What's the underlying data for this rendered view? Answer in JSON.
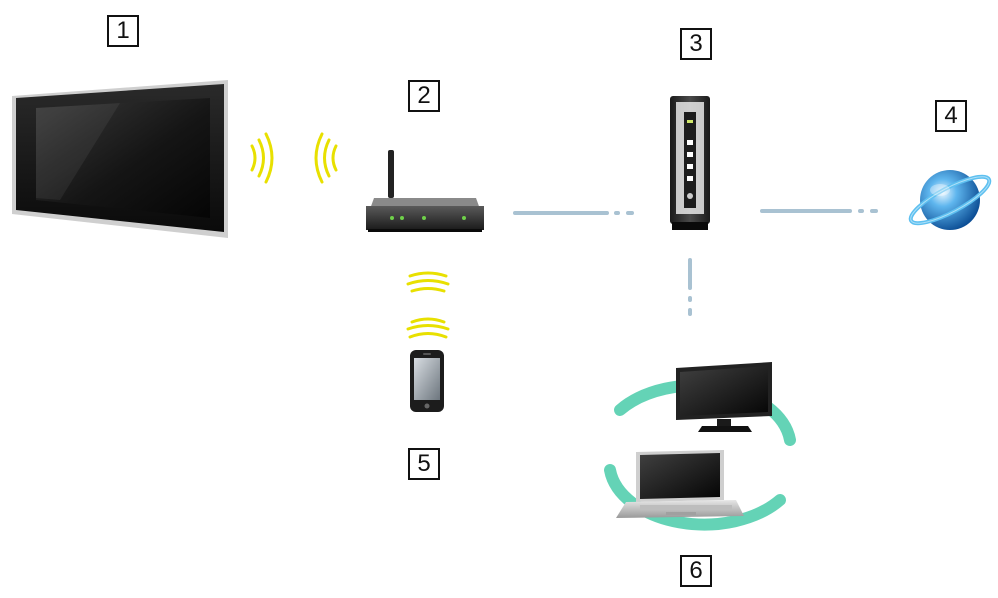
{
  "diagram": {
    "labels": [
      "1",
      "2",
      "3",
      "4",
      "5",
      "6"
    ],
    "colors": {
      "wave": "#e8e000",
      "wired_line": "#a9c2d2",
      "loop": "#64d3b6"
    },
    "devices": [
      {
        "id": "1",
        "icon": "tv-icon"
      },
      {
        "id": "2",
        "icon": "wireless-router-icon"
      },
      {
        "id": "3",
        "icon": "modem-icon"
      },
      {
        "id": "4",
        "icon": "internet-globe-icon"
      },
      {
        "id": "5",
        "icon": "smartphone-icon"
      },
      {
        "id": "6",
        "icon": "media-devices-icon"
      }
    ]
  }
}
